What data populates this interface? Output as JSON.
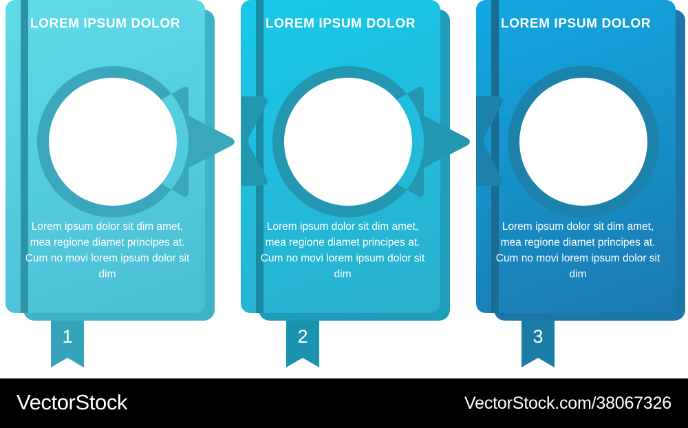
{
  "infographic": {
    "type": "3-step process arrow infographic",
    "steps": [
      {
        "number": "1",
        "title": "LOREM IPSUM DOLOR",
        "body": "Lorem ipsum dolor sit dim amet, mea regione diamet principes at. Cum no movi lorem ipsum dolor sit dim",
        "colors": {
          "card_top": "#5FDCEA",
          "card_bottom": "#49BDD3",
          "back_card": "#3FB2C6",
          "spine": "#2E93A8",
          "ring": "#3BA7BC",
          "badge": "#35A3BA",
          "circle": "#FFFFFF",
          "text": "#FFFFFF"
        },
        "has_left_notch": false
      },
      {
        "number": "2",
        "title": "LOREM IPSUM DOLOR",
        "body": "Lorem ipsum dolor sit dim amet, mea regione diamet principes at. Cum no movi lorem ipsum dolor sit dim",
        "colors": {
          "card_top": "#18C9EA",
          "card_bottom": "#2AAFCB",
          "back_card": "#1E9CB8",
          "spine": "#1B8AA3",
          "ring": "#2397B0",
          "badge": "#1C93AE",
          "circle": "#FFFFFF",
          "text": "#FFFFFF"
        },
        "has_left_notch": true
      },
      {
        "number": "3",
        "title": "LOREM IPSUM DOLOR",
        "body": "Lorem ipsum dolor sit dim amet, mea regione diamet principes at. Cum no movi lorem ipsum dolor sit dim",
        "colors": {
          "card_top": "#12A8E2",
          "card_bottom": "#1B79B0",
          "back_card": "#1A76A6",
          "spine": "#1A6C93",
          "ring": "#1C81AB",
          "badge": "#1B7CA6",
          "circle": "#FFFFFF",
          "text": "#FFFFFF"
        },
        "has_left_notch": true
      }
    ]
  },
  "watermark": {
    "logo": "VectorStock",
    "url": "VectorStock.com/38067326",
    "background": "#000000",
    "text_color": "#FFFFFF"
  }
}
